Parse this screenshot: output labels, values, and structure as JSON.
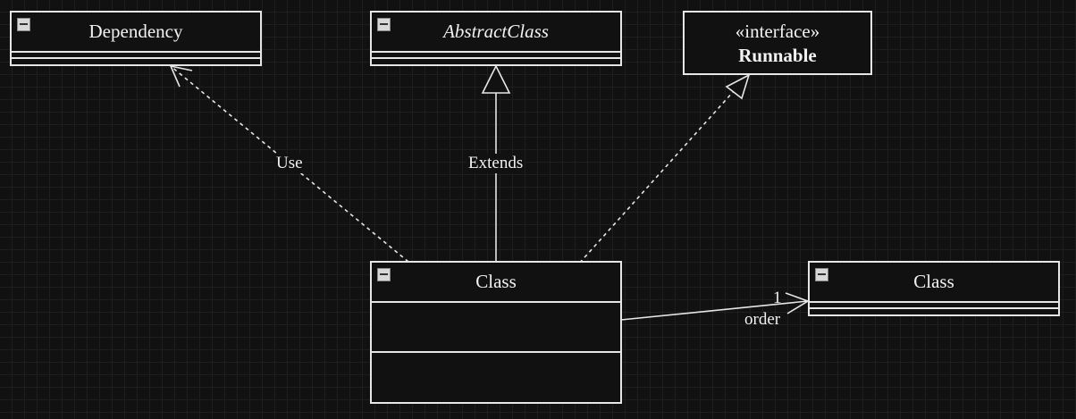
{
  "classes": {
    "dependency": {
      "name": "Dependency"
    },
    "abstract_class": {
      "name": "AbstractClass"
    },
    "runnable": {
      "stereotype": "«interface»",
      "name": "Runnable"
    },
    "main_class": {
      "name": "Class"
    },
    "target_class": {
      "name": "Class"
    }
  },
  "edges": {
    "use": {
      "label": "Use",
      "kind": "dependency"
    },
    "extends": {
      "label": "Extends",
      "kind": "generalization"
    },
    "implements": {
      "label": "",
      "kind": "realization"
    },
    "association": {
      "multiplicity": "1",
      "role": "order",
      "kind": "directed-association"
    }
  },
  "colors": {
    "background": "#111111",
    "stroke": "#e6e6e6",
    "text": "#f2f2f2"
  }
}
